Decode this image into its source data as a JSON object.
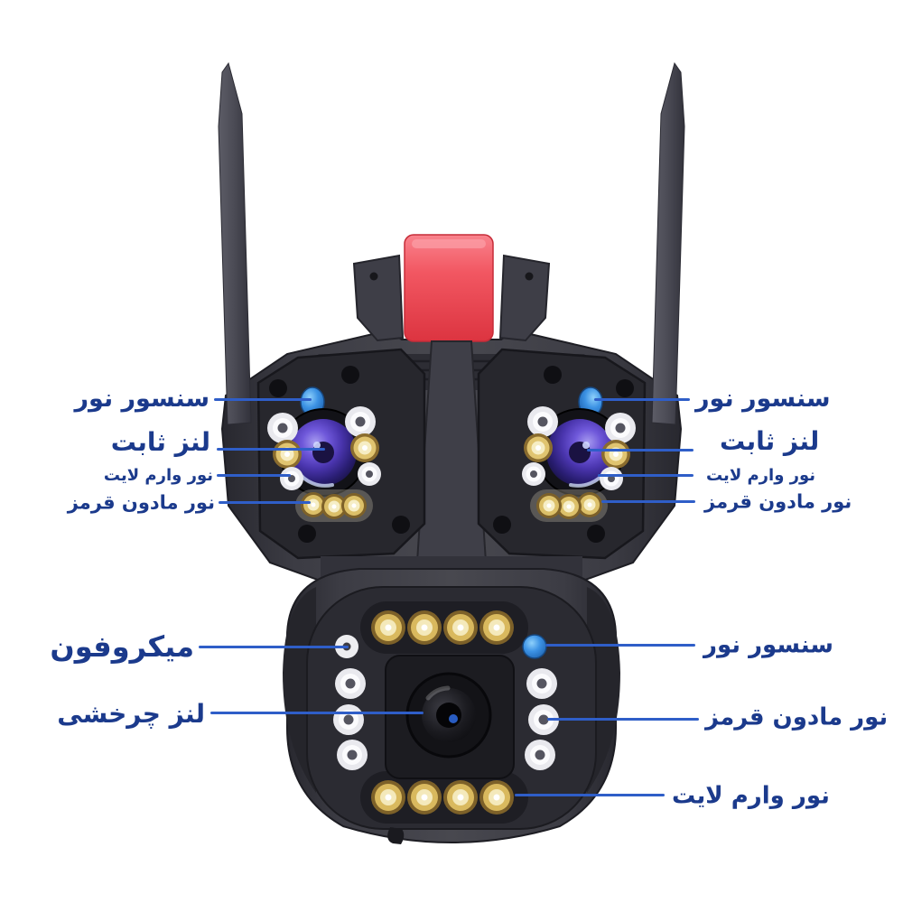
{
  "colors": {
    "background": "#ffffff",
    "label_text": "#1b3a8c",
    "connector_line": "#2f5ec8",
    "camera_body": "#3d3d45",
    "bracket_red": "#ef4c58",
    "light_sensor_blue": "#3c92e4",
    "warm_led": "#d9b95e",
    "white_led": "#ededf0"
  },
  "annotations": [
    {
      "id": "light-sensor-left",
      "label": "سنسور نور"
    },
    {
      "id": "fixed-lens-left",
      "label": "لنز ثابت"
    },
    {
      "id": "warm-light-left",
      "label": "نور وارم لایت"
    },
    {
      "id": "ir-light-left",
      "label": "نور مادون قرمز"
    },
    {
      "id": "light-sensor-right",
      "label": "سنسور نور"
    },
    {
      "id": "fixed-lens-right",
      "label": "لنز ثابت"
    },
    {
      "id": "warm-light-right",
      "label": "نور وارم لایت"
    },
    {
      "id": "ir-light-right",
      "label": "نور مادون قرمز"
    },
    {
      "id": "microphone",
      "label": "میکروفون"
    },
    {
      "id": "rotating-lens",
      "label": "لنز چرخشی"
    },
    {
      "id": "light-sensor-dome",
      "label": "سنسور نور"
    },
    {
      "id": "ir-light-dome",
      "label": "نور مادون قرمز"
    },
    {
      "id": "warm-light-dome",
      "label": "نور وارم لایت"
    }
  ],
  "camera": {
    "antennas": 2,
    "heads": [
      {
        "side": "left",
        "lens": "fixed",
        "light_sensor": true,
        "warm_leds": 5,
        "white_leds": 4
      },
      {
        "side": "right",
        "lens": "fixed",
        "light_sensor": true,
        "warm_leds": 5,
        "white_leds": 4
      }
    ],
    "dome": {
      "lens": "rotating",
      "microphone": true,
      "light_sensor": true,
      "warm_leds": 8,
      "white_leds": 6
    }
  }
}
